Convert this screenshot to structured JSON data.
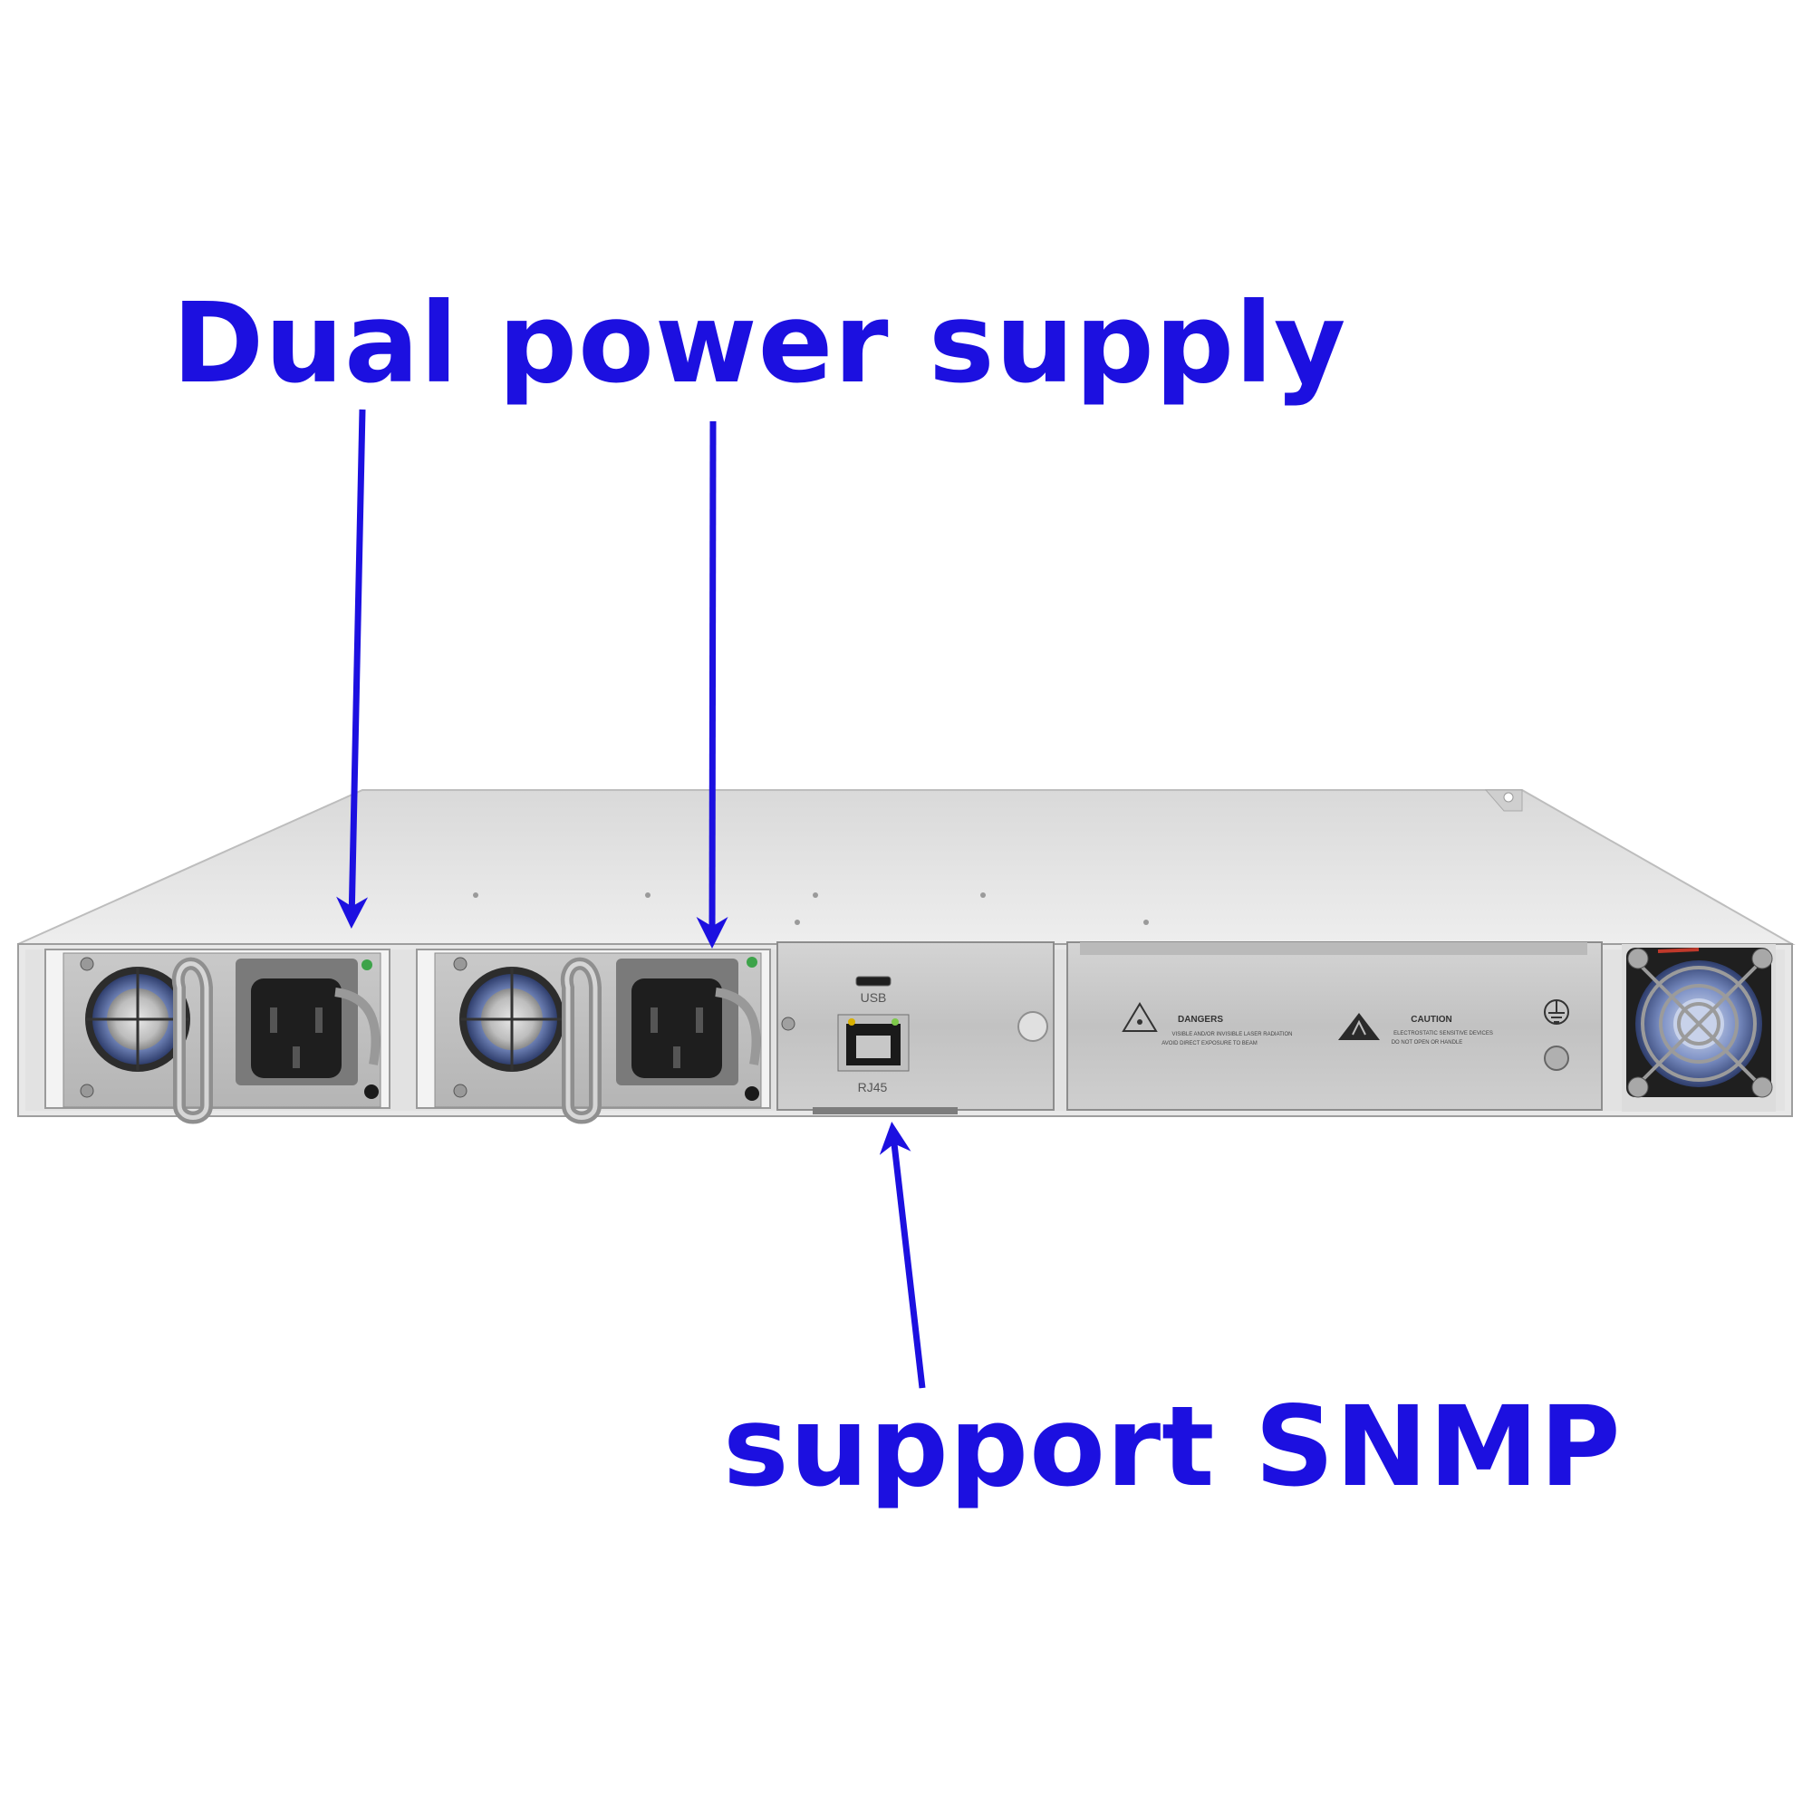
{
  "callouts": {
    "dual_power_supply": "Dual power supply",
    "support_snmp": "support SNMP"
  },
  "port_labels": {
    "usb": "USB",
    "rj45": "RJ45"
  },
  "warning_labels": {
    "dangers_title": "DANGERS",
    "dangers_line1": "VISIBLE AND/OR INVISIBLE LASER RADIATION",
    "dangers_line2": "AVOID DIRECT EXPOSURE TO BEAM",
    "caution_title": "CAUTION",
    "caution_line1": "ELECTROSTATIC SENSITIVE DEVICES",
    "caution_line2": "DO NOT OPEN OR HANDLE"
  },
  "colors": {
    "callout_blue": "#1c10e0",
    "chassis": "#e6e6e6",
    "panel_steel": "#cfcfcf"
  },
  "icons": [
    "arrow-icon",
    "laser-warning-icon",
    "esd-warning-icon",
    "ground-icon",
    "fan-icon",
    "power-socket-icon",
    "led-icon",
    "screw-icon"
  ]
}
